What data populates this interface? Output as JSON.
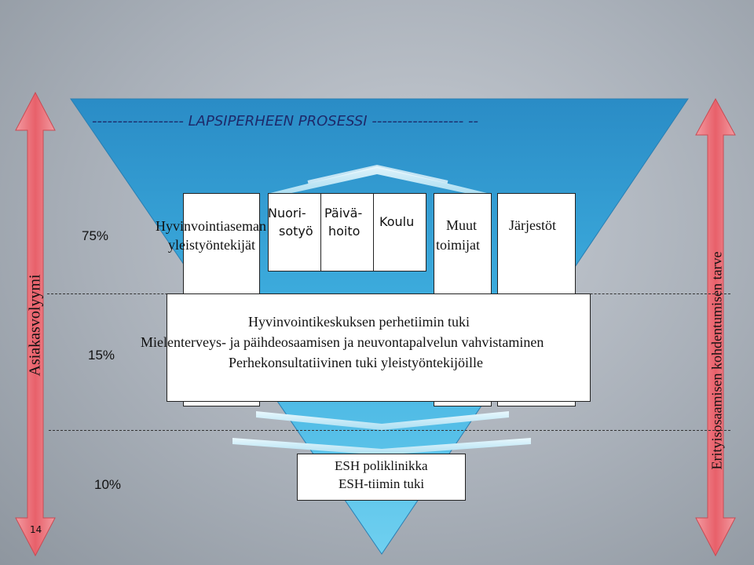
{
  "title": "------------------ LAPSIPERHEEN PROSESSI ------------------ --",
  "left_axis_label": "Asiakasvolyymi",
  "right_axis_label": "Erityisosaamisen kohdentumisen tarve",
  "percentages": [
    "75%",
    "15%",
    "10%"
  ],
  "top_boxes": [
    {
      "lines": [
        "Hyvinvointiaseman",
        "yleistyöntekijät"
      ]
    },
    {
      "lines": [
        "Nuori-",
        "sotyö"
      ]
    },
    {
      "lines": [
        "Päivä-",
        "hoito"
      ]
    },
    {
      "lines": [
        "Koulu"
      ]
    },
    {
      "lines": [
        "Muut",
        "toimijat"
      ]
    },
    {
      "lines": [
        "Järjestöt"
      ]
    }
  ],
  "center_box": {
    "lines": [
      "Hyvinvointikeskuksen perhetiimin tuki",
      "Mielenterveys- ja päihdeosaamisen ja neuvontapalvelun vahvistaminen",
      "Perhekonsultatiivinen tuki yleistyöntekijöille"
    ]
  },
  "bottom_box": {
    "lines": [
      "ESH poliklinikka",
      "ESH-tiimin tuki"
    ]
  },
  "page_number": "14",
  "colors": {
    "funnel_top": "#2d90c8",
    "funnel_bottom": "#5fc6ea",
    "arrow_red": "#e8606a",
    "title_blue": "#1d2a6b"
  }
}
